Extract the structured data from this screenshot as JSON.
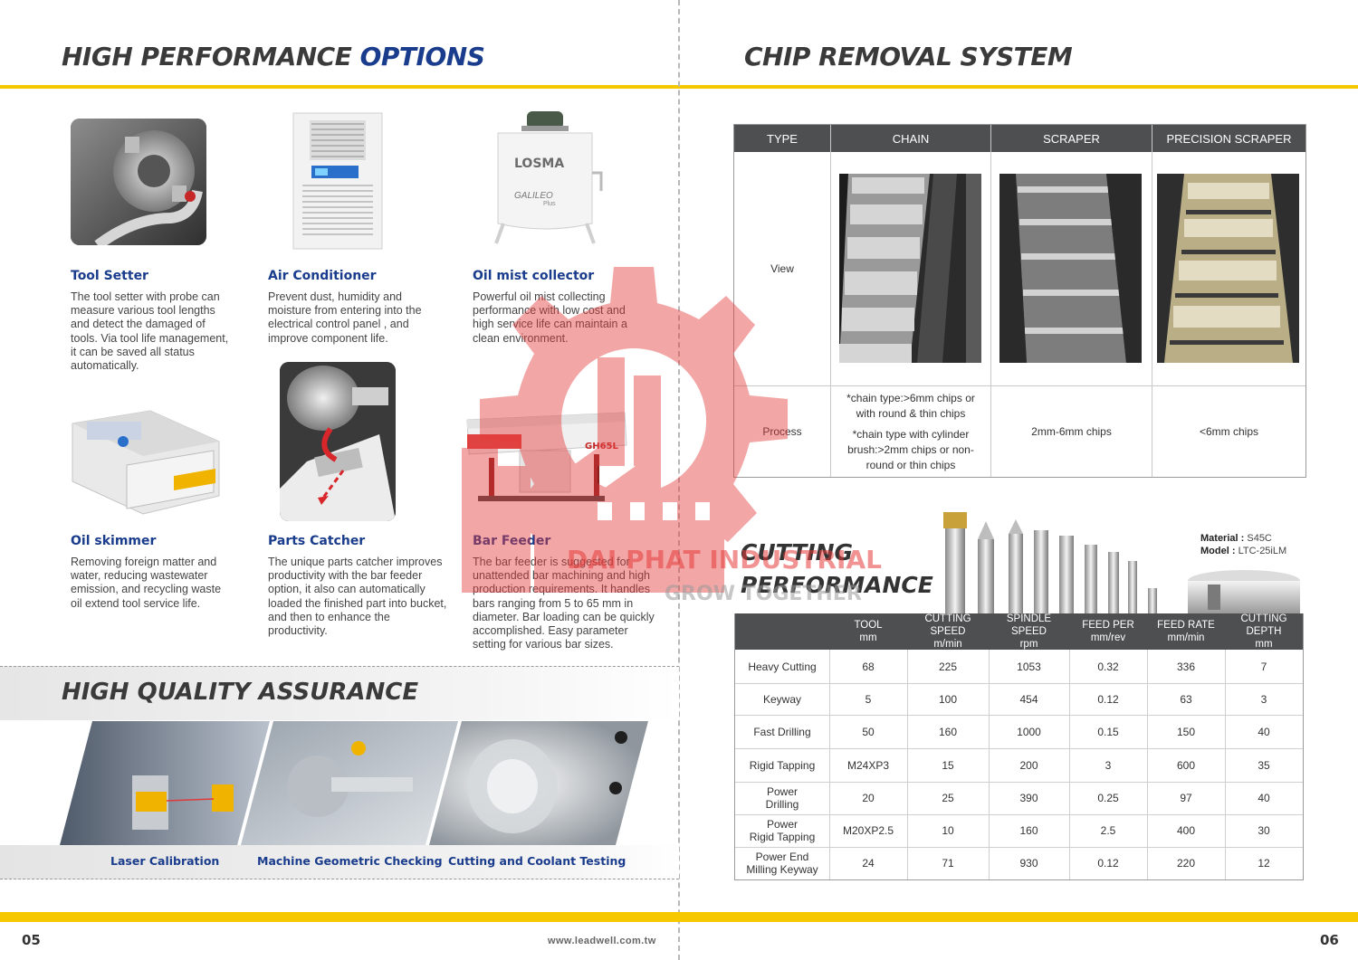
{
  "left_page": {
    "heading_main": "HIGH PERFORMANCE ",
    "heading_accent": "OPTIONS",
    "products": [
      {
        "title": "Tool Setter",
        "desc": "The tool setter with probe can measure various tool lengths and detect the damaged of tools. Via tool life management, it can be saved all status automatically."
      },
      {
        "title": "Air Conditioner",
        "desc": "Prevent dust, humidity and moisture from entering into the electrical control panel , and improve component life."
      },
      {
        "title": "Oil mist collector",
        "desc": "Powerful oil mist collecting performance with low cost and high service life can maintain a clean environment."
      },
      {
        "title": "Oil skimmer",
        "desc": "Removing foreign matter and water, reducing wastewater emission, and recycling waste oil extend tool service life."
      },
      {
        "title": "Parts Catcher",
        "desc": "The unique parts catcher improves productivity with the bar feeder option, it also can automatically loaded the finished part into bucket, and then to enhance the productivity."
      },
      {
        "title": "Bar Feeder",
        "desc": "The bar feeder is suggested for unattended bar machining and high production requirements. It handles bars ranging from 5 to 65 mm in diameter. Bar loading can be quickly accomplished. Easy parameter setting for various bar sizes."
      }
    ],
    "product_labels": {
      "losma": "LOSMA",
      "galileo": "GALILEO",
      "galileo_plus": "Plus",
      "bar_feeder_model": "GH65L"
    },
    "quality_heading": "HIGH QUALITY ASSURANCE",
    "quality_captions": [
      "Laser Calibration",
      "Machine Geometric Checking",
      "Cutting and Coolant Testing"
    ],
    "page_number": "05",
    "website": "www.leadwell.com.tw"
  },
  "right_page": {
    "heading": "CHIP REMOVAL SYSTEM",
    "chip_table": {
      "headers": [
        "TYPE",
        "CHAIN",
        "SCRAPER",
        "PRECISION SCRAPER"
      ],
      "row_view": "View",
      "row_process": "Process",
      "process_chain_1": "*chain type:>6mm chips or with round & thin chips",
      "process_chain_2": "*chain type with cylinder brush:>2mm chips or non-round or thin chips",
      "process_scraper": "2mm-6mm chips",
      "process_precision": "<6mm chips"
    },
    "cutting": {
      "heading_line1": "CUTTING",
      "heading_line2": "PERFORMANCE",
      "material_label": "Material : ",
      "material_value": "S45C",
      "model_label": "Model : ",
      "model_value": "LTC-25iLM",
      "headers": [
        {
          "name": "",
          "unit": ""
        },
        {
          "name": "TOOL",
          "unit": "mm"
        },
        {
          "name": "CUTTING SPEED",
          "unit": "m/min"
        },
        {
          "name": "SPINDLE SPEED",
          "unit": "rpm"
        },
        {
          "name": "FEED PER",
          "unit": "mm/rev"
        },
        {
          "name": "FEED RATE",
          "unit": "mm/min"
        },
        {
          "name": "CUTTING DEPTH",
          "unit": "mm"
        }
      ],
      "rows": [
        {
          "op": "Heavy Cutting",
          "tool": "68",
          "cs": "225",
          "ss": "1053",
          "fp": "0.32",
          "fr": "336",
          "cd": "7"
        },
        {
          "op": "Keyway",
          "tool": "5",
          "cs": "100",
          "ss": "454",
          "fp": "0.12",
          "fr": "63",
          "cd": "3"
        },
        {
          "op": "Fast Drilling",
          "tool": "50",
          "cs": "160",
          "ss": "1000",
          "fp": "0.15",
          "fr": "150",
          "cd": "40"
        },
        {
          "op": "Rigid Tapping",
          "tool": "M24XP3",
          "cs": "15",
          "ss": "200",
          "fp": "3",
          "fr": "600",
          "cd": "35"
        },
        {
          "op": "Power\nDrilling",
          "tool": "20",
          "cs": "25",
          "ss": "390",
          "fp": "0.25",
          "fr": "97",
          "cd": "40"
        },
        {
          "op": "Power\nRigid Tapping",
          "tool": "M20XP2.5",
          "cs": "10",
          "ss": "160",
          "fp": "2.5",
          "fr": "400",
          "cd": "30"
        },
        {
          "op": "Power End\nMilling Keyway",
          "tool": "24",
          "cs": "71",
          "ss": "930",
          "fp": "0.12",
          "fr": "220",
          "cd": "12"
        }
      ]
    },
    "page_number": "06"
  },
  "watermark": {
    "line1": "DAI PHAT INDUSTRIAL",
    "line2": "GROW TOGETHER"
  },
  "colors": {
    "accent_blue": "#1a3c8c",
    "yellow": "#f5c800",
    "header_gray": "#4e4f51",
    "watermark_red": "#e63b3b"
  }
}
